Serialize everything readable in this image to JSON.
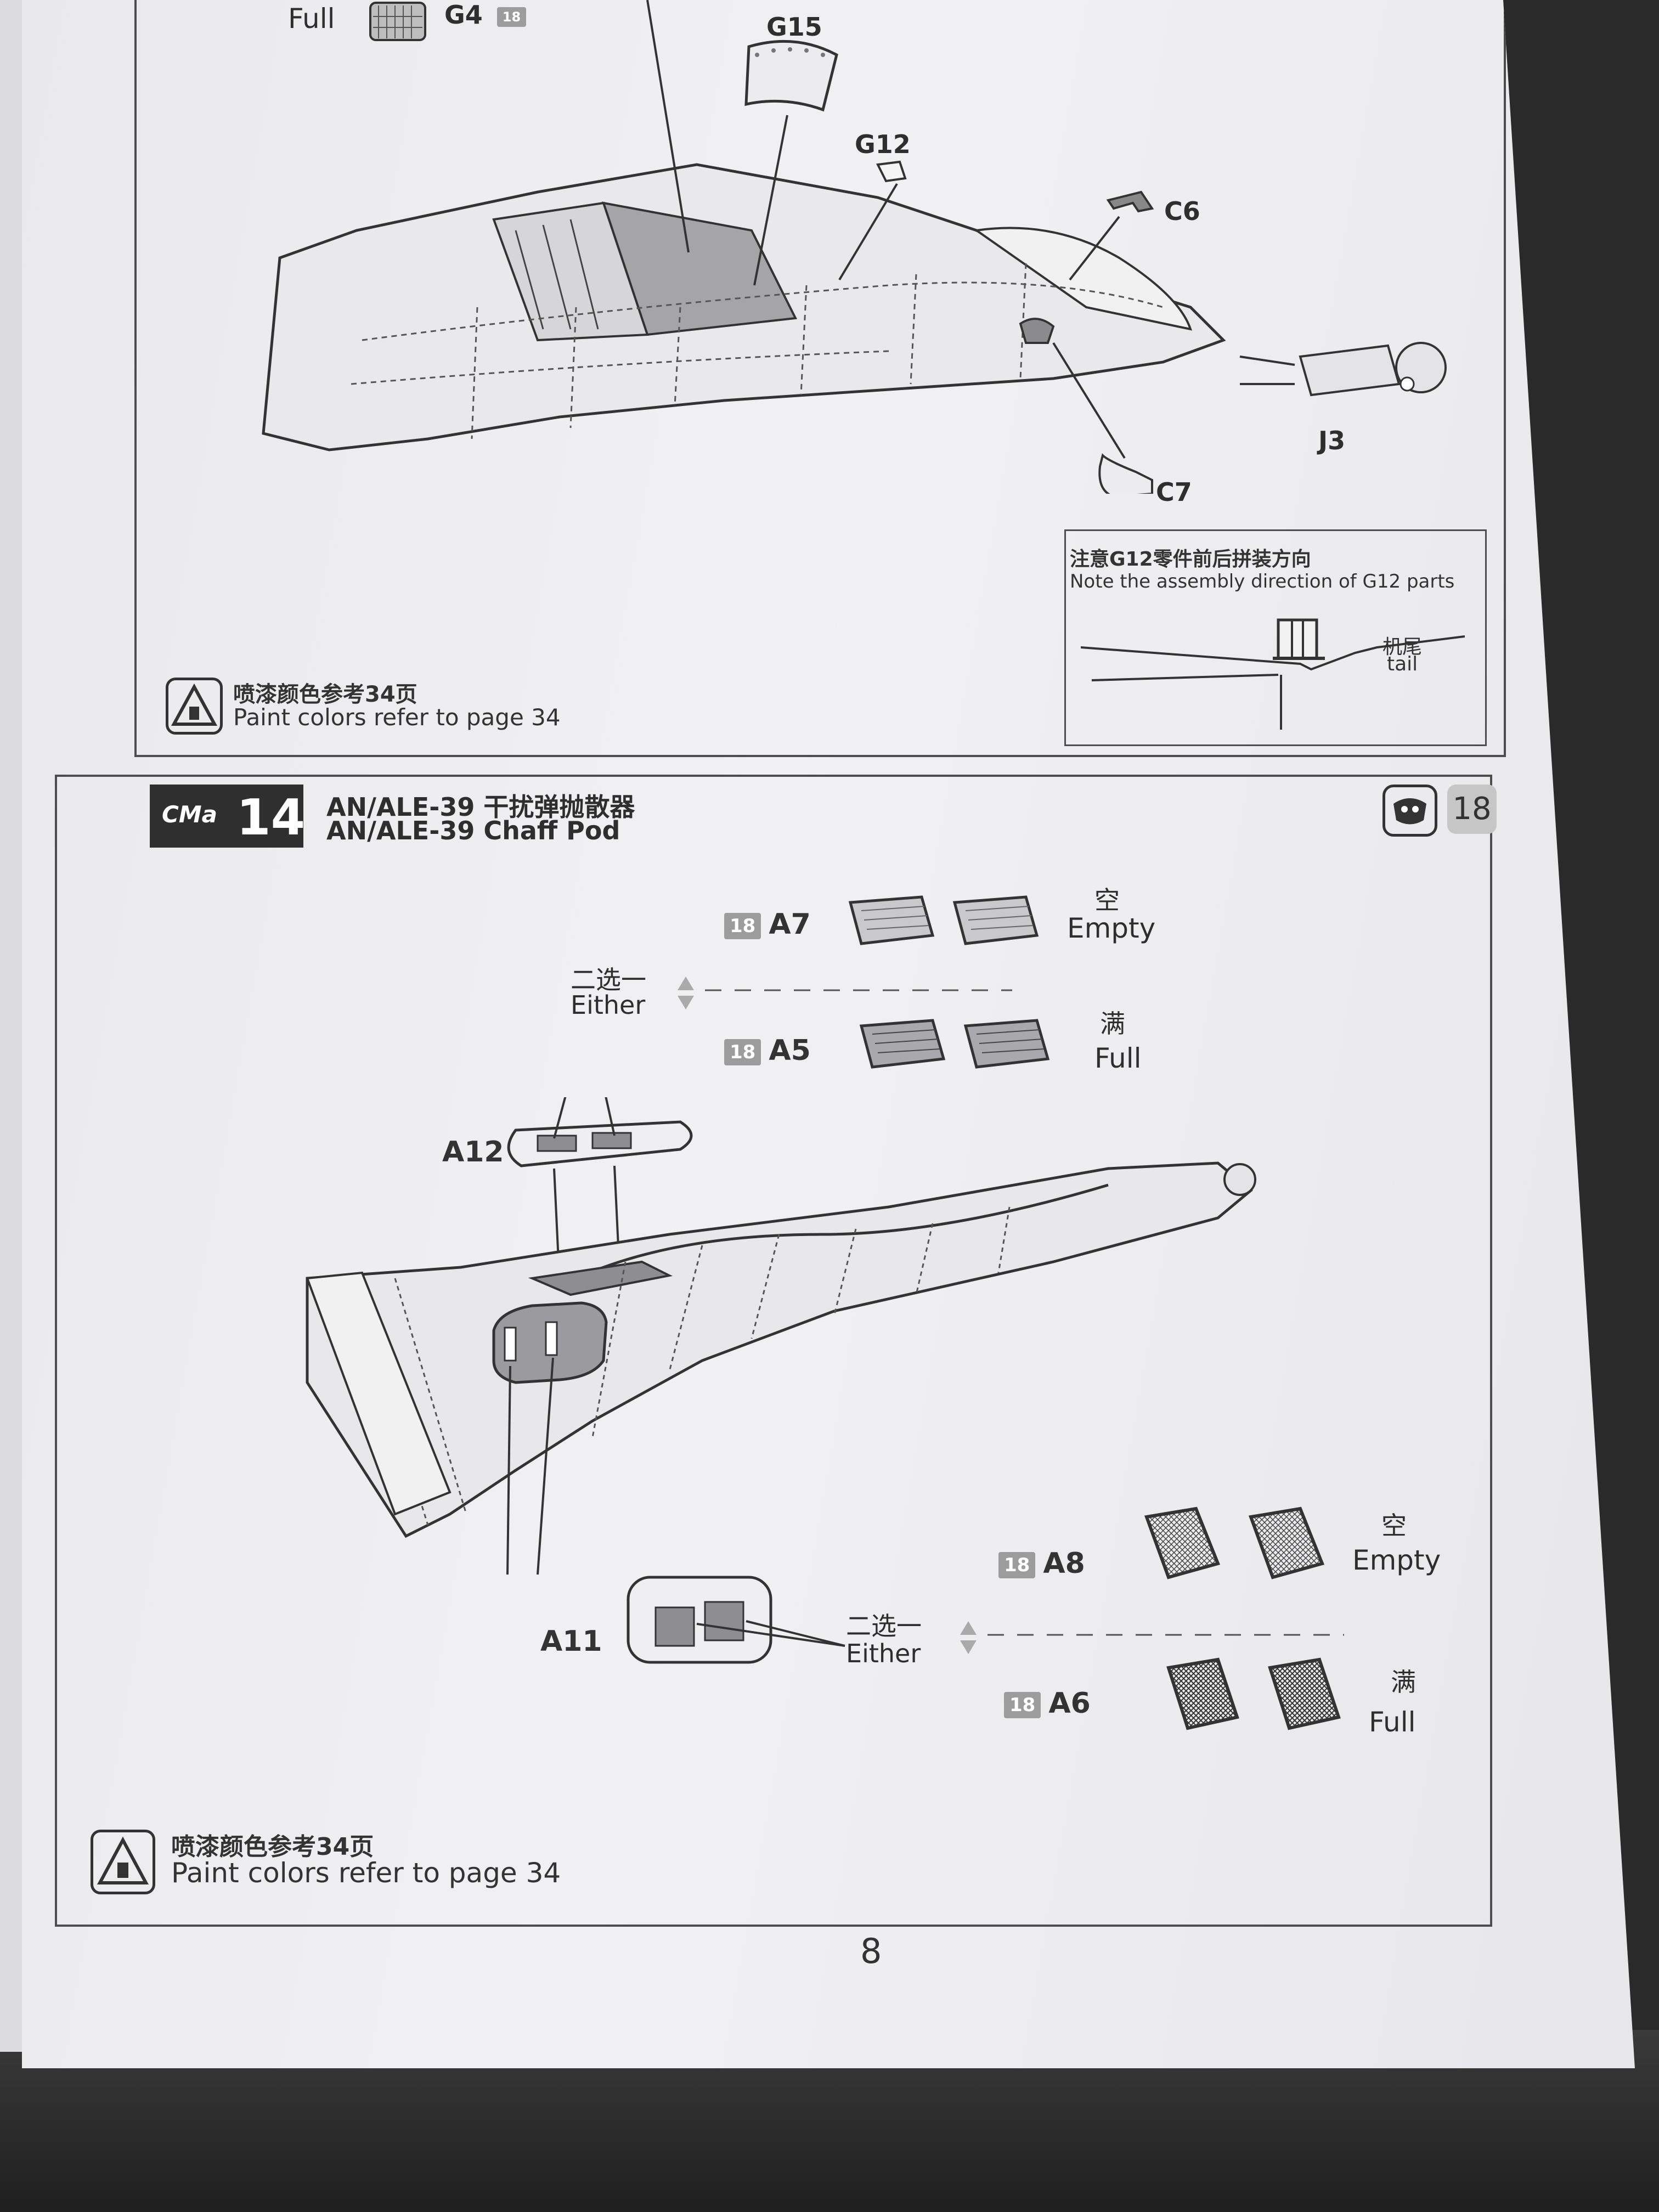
{
  "page_number": "8",
  "top_section": {
    "labels": {
      "full": "Full",
      "g4": "G4",
      "g4_sheet": "18",
      "g15": "G15",
      "g12": "G12",
      "c6": "C6",
      "c7": "C7",
      "j3": "J3"
    },
    "note": {
      "cn": "注意G12零件前后拼装方向",
      "en": "Note the assembly direction of G12 parts",
      "tail_cn": "机尾",
      "tail_en": "tail"
    },
    "paint": {
      "cn": "喷漆颜色参考34页",
      "en": "Paint colors refer to page 34"
    }
  },
  "step14": {
    "brand": "CMa",
    "number": "14",
    "title_cn": "AN/ALE-39 干扰弹抛散器",
    "title_en": "AN/ALE-39 Chaff Pod",
    "sheet_badge": "18",
    "upper_choice": {
      "either_cn": "二选一",
      "either_en": "Either",
      "empty": {
        "sheet": "18",
        "part": "A7",
        "cn": "空",
        "en": "Empty"
      },
      "full": {
        "sheet": "18",
        "part": "A5",
        "cn": "满",
        "en": "Full"
      }
    },
    "a12": "A12",
    "a11": "A11",
    "lower_choice": {
      "either_cn": "二选一",
      "either_en": "Either",
      "empty": {
        "sheet": "18",
        "part": "A8",
        "cn": "空",
        "en": "Empty"
      },
      "full": {
        "sheet": "18",
        "part": "A6",
        "cn": "满",
        "en": "Full"
      }
    },
    "paint": {
      "cn": "喷漆颜色参考34页",
      "en": "Paint colors refer to page 34"
    }
  }
}
